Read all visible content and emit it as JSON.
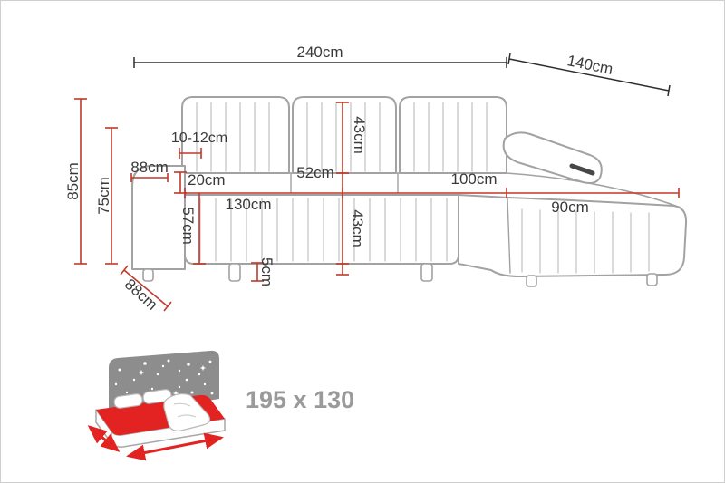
{
  "title": "Corner sofa dimensions diagram",
  "labels": {
    "total_width": "240cm",
    "chaise_depth": "140cm",
    "total_height": "85cm",
    "backrest_height": "75cm",
    "arm_depth": "88cm",
    "armrest_width": "10-12cm",
    "cushion_thickness": "20cm",
    "seat_width": "130cm",
    "seat_depth": "52cm",
    "backrest_cushion_height": "43cm",
    "seat_front_height": "43cm",
    "seat_height": "57cm",
    "leg_height": "5cm",
    "chaise_seat_length": "100cm",
    "chaise_width": "90cm",
    "side_depth": "88cm",
    "sleeping_area": "195 x 130"
  },
  "colors": {
    "dimension_line_red": "#c0392b",
    "dimension_line_black": "#2e2e2e",
    "sofa_outline": "#a2a2a2",
    "bed_icon_grey": "#8d8d8d",
    "bed_icon_red": "#e32222",
    "sleeping_text_grey": "#9a9a9a"
  }
}
